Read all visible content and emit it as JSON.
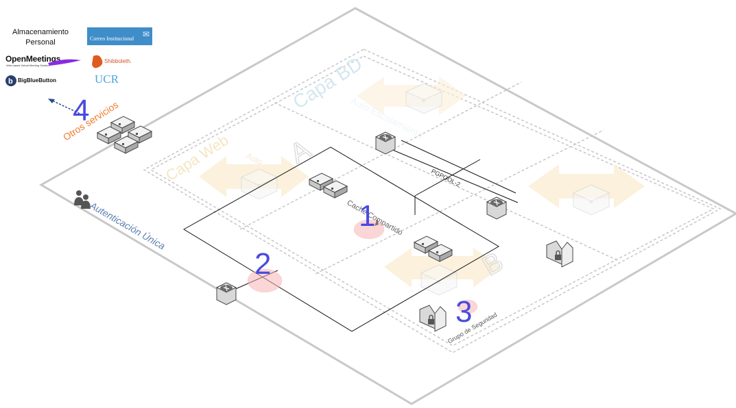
{
  "services": {
    "almacenamiento": "Almacenamiento Personal",
    "correo": "Correo Institucional",
    "openmeetings": "OpenMeetings",
    "openmeetings_sub": "Web-based Virtual Meeting Solution",
    "shibboleth": "Shibboleth.",
    "bigbluebutton": "BigBlueButton",
    "ucr": "UCR"
  },
  "labels": {
    "capa_bd": "Capa BD",
    "capa_web": "Capa Web",
    "auto_escalamiento": "Auto Escalamiento",
    "auto_web": "Auto",
    "otros_servicios": "Otros servicios",
    "autenticacion": "Autenticación Única",
    "cache": "Cache Compartido",
    "pgpool": "PGPOOL-2",
    "grupo_seguridad": "Grupo de Seguridad",
    "zone_a": "A",
    "zone_b": "B"
  },
  "markers": {
    "m1": "1",
    "m2": "2",
    "m3": "3",
    "m4": "4"
  },
  "colors": {
    "marker_blue": "#4a4ae0",
    "highlight_red": "#f6b5b5",
    "otros_orange": "#f07c2e",
    "auth_blue": "#5b7fb0",
    "capa_bd_text": "#d5e7f0",
    "capa_web_text": "#f4e6c2",
    "arrow_fill": "#fbf0d9"
  },
  "icons": {
    "people": "people-icon",
    "router": "router-icon",
    "server": "server-icon",
    "lock": "lock-icon",
    "database": "database-icon",
    "envelope": "envelope-icon"
  }
}
